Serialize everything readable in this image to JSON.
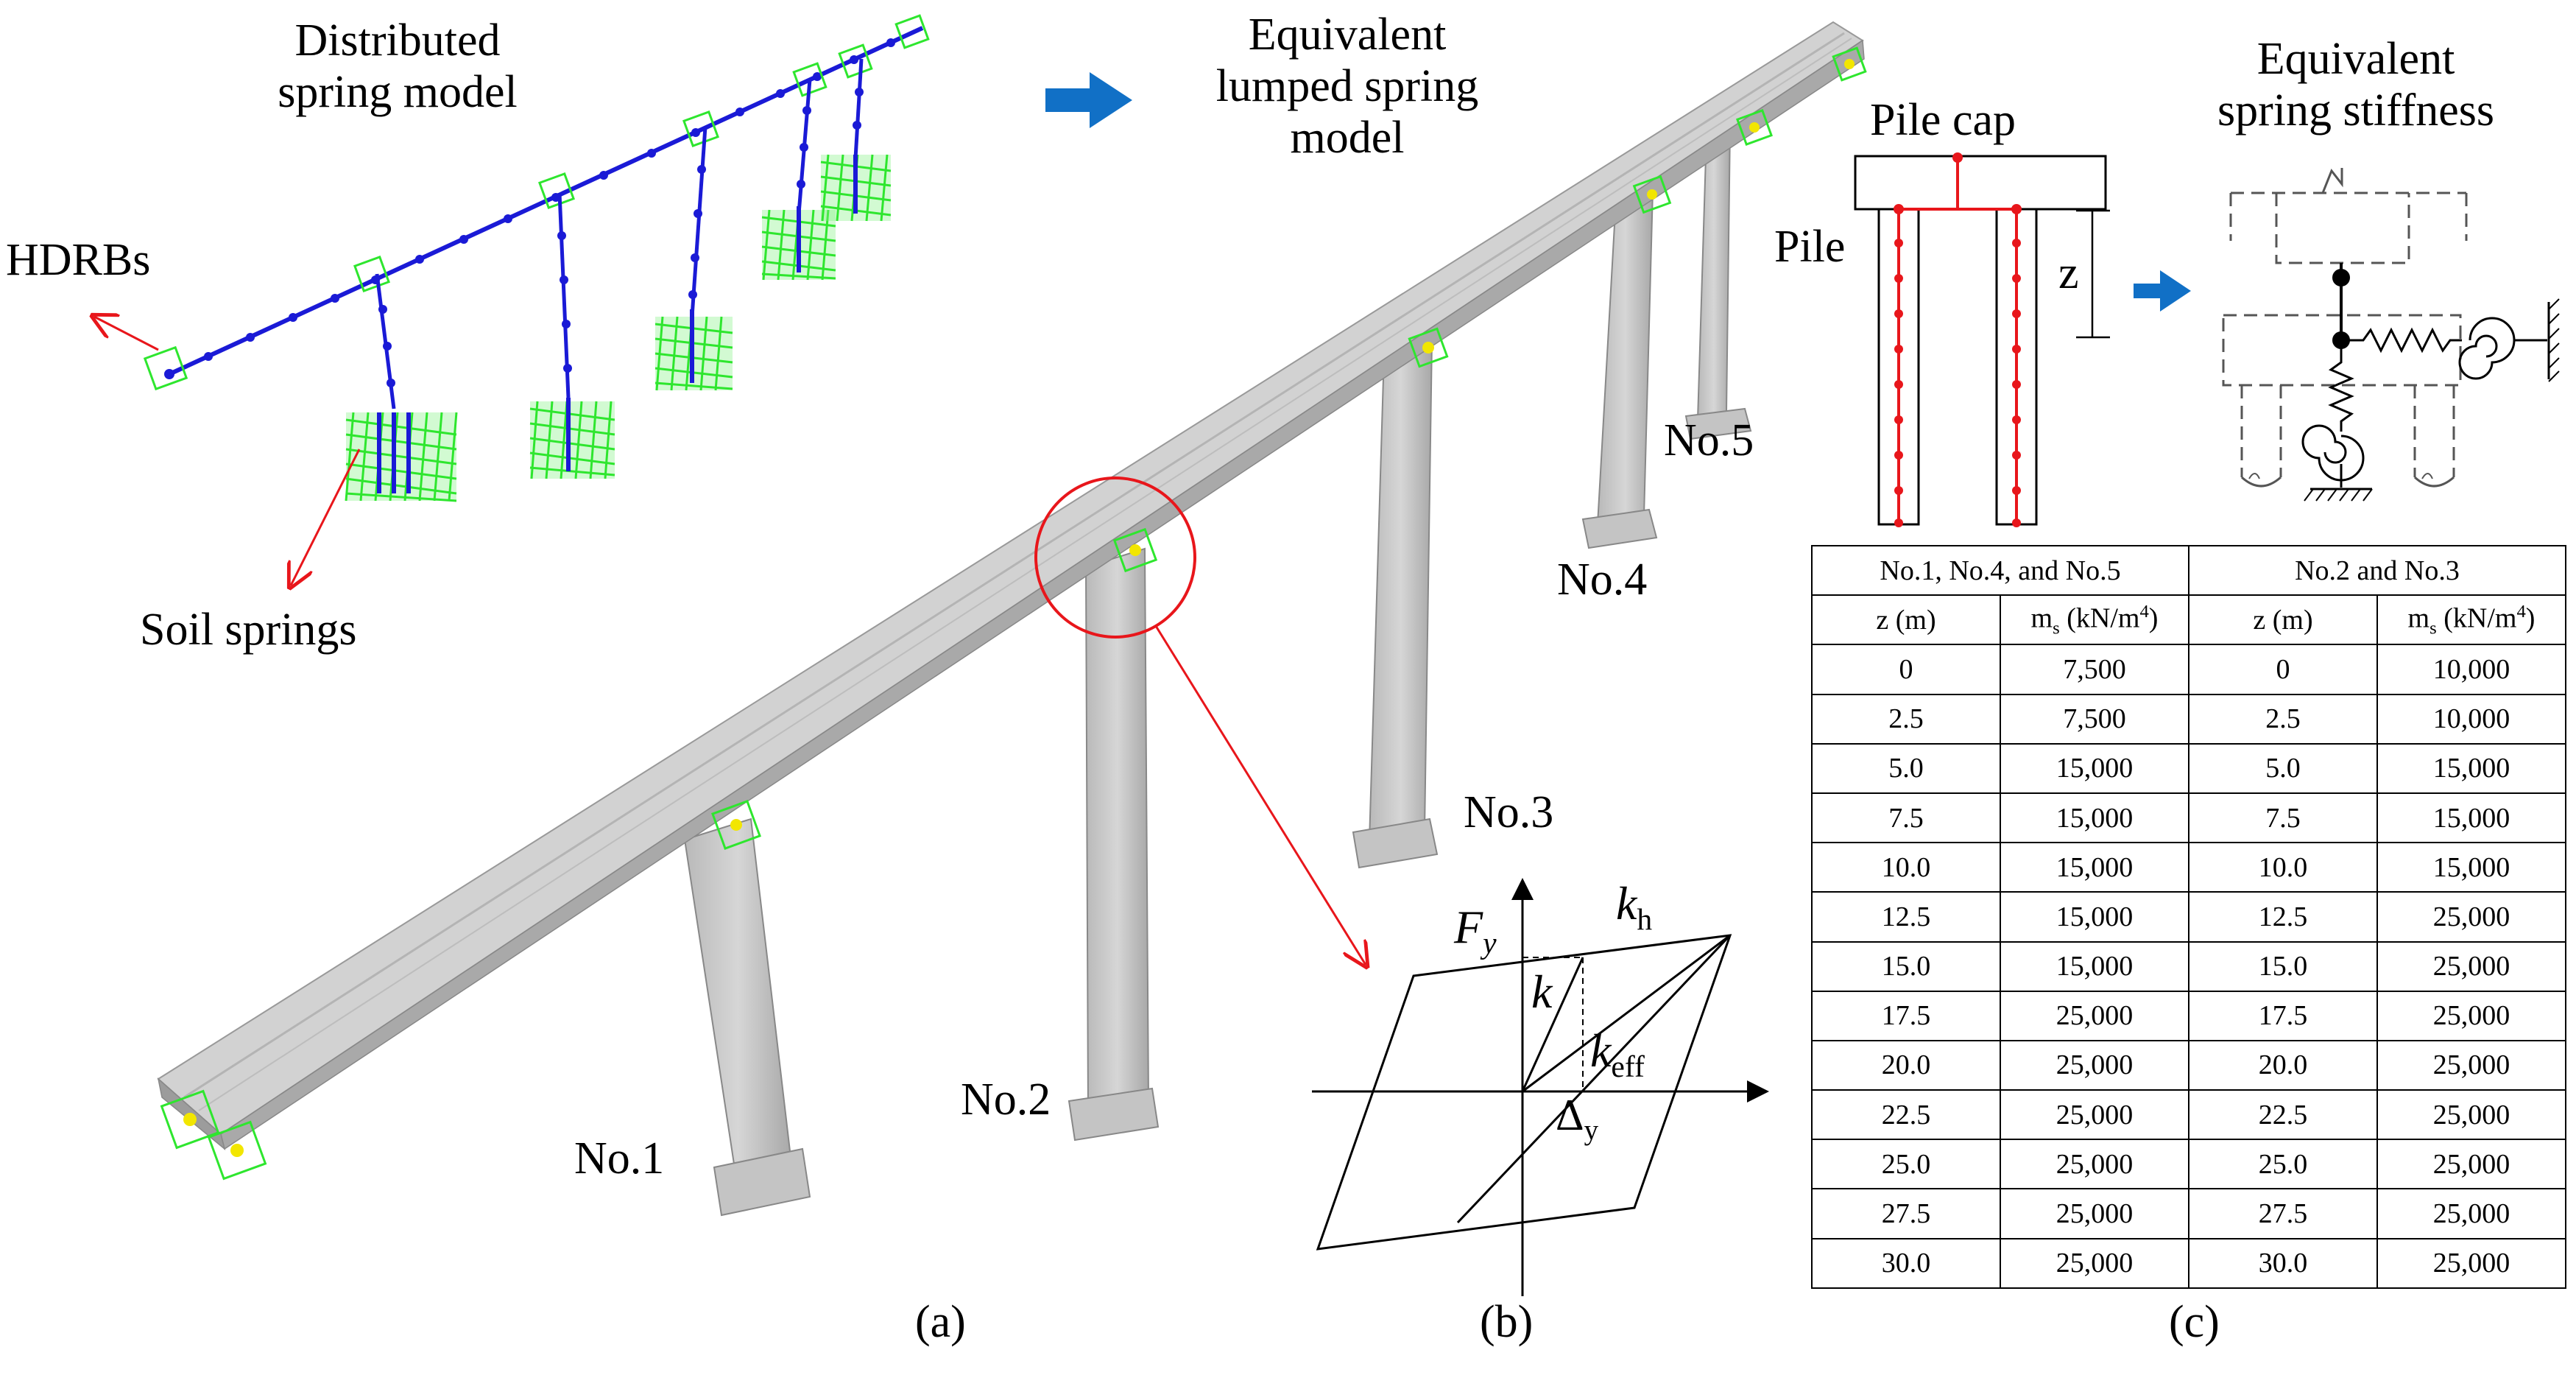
{
  "panel_a": {
    "distributed_title_1": "Distributed",
    "distributed_title_2": "spring model",
    "equivalent_title_1": "Equivalent",
    "equivalent_title_2": "lumped spring",
    "equivalent_title_3": "model",
    "hdrbs_label": "HDRBs",
    "soil_springs_label": "Soil springs",
    "piers": [
      "No.1",
      "No.2",
      "No.3",
      "No.4",
      "No.5"
    ],
    "caption": "(a)"
  },
  "panel_b": {
    "fy_label": "F",
    "fy_sub": "y",
    "kh_label": "k",
    "kh_sub": "h",
    "k_label": "k",
    "keff_label": "k",
    "keff_sub": "eff",
    "dy_label": "Δ",
    "dy_sub": "y",
    "caption": "(b)"
  },
  "panel_c": {
    "pile_cap_label": "Pile cap",
    "pile_label": "Pile",
    "z_label": "z",
    "equiv_title_1": "Equivalent",
    "equiv_title_2": "spring stiffness",
    "caption": "(c)",
    "table": {
      "group_headers": [
        "No.1, No.4, and No.5",
        "No.2 and No.3"
      ],
      "col_z": "z (m)",
      "col_ms_prefix": "m",
      "col_ms_sub": "s",
      "col_ms_unit": " (kN/m",
      "col_ms_sup": "4",
      "col_ms_close": ")",
      "rows": [
        [
          "0",
          "7,500",
          "0",
          "10,000"
        ],
        [
          "2.5",
          "7,500",
          "2.5",
          "10,000"
        ],
        [
          "5.0",
          "15,000",
          "5.0",
          "15,000"
        ],
        [
          "7.5",
          "15,000",
          "7.5",
          "15,000"
        ],
        [
          "10.0",
          "15,000",
          "10.0",
          "15,000"
        ],
        [
          "12.5",
          "15,000",
          "12.5",
          "25,000"
        ],
        [
          "15.0",
          "15,000",
          "15.0",
          "25,000"
        ],
        [
          "17.5",
          "25,000",
          "17.5",
          "25,000"
        ],
        [
          "20.0",
          "25,000",
          "20.0",
          "25,000"
        ],
        [
          "22.5",
          "25,000",
          "22.5",
          "25,000"
        ],
        [
          "25.0",
          "25,000",
          "25.0",
          "25,000"
        ],
        [
          "27.5",
          "25,000",
          "27.5",
          "25,000"
        ],
        [
          "30.0",
          "25,000",
          "30.0",
          "25,000"
        ]
      ]
    }
  },
  "colors": {
    "model_blue": "#1a1ad6",
    "spring_green": "#2ee62e",
    "arrow_red": "#e8161b",
    "pile_red": "#e8161b",
    "arrow_blue": "#1170c6",
    "deck_gray": "#c8c8c8",
    "yellow_node": "#f2e600"
  }
}
